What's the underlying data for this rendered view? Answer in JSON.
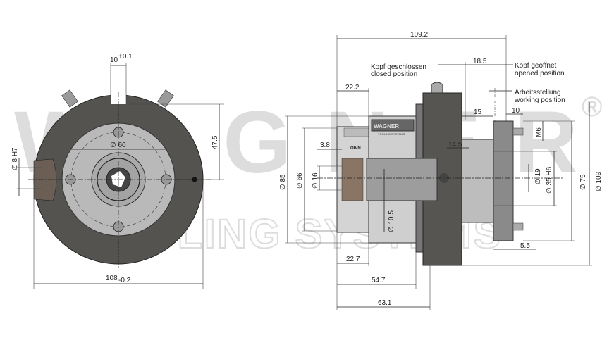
{
  "watermark": {
    "brand": "WAGNER",
    "sub": "TOOLING SYSTEMS",
    "registered": "®"
  },
  "front_view": {
    "slot_width": "10",
    "slot_tol": "+0.1",
    "pitch_circle": "∅ 60",
    "height_to_center": "47.5",
    "pin_hole": "∅ 8 H7",
    "outer_diameter": "108",
    "outer_tol": "-0.2"
  },
  "side_view": {
    "overall_length": "109.2",
    "closed_label_de": "Kopf geschlossen",
    "closed_label_en": "closed position",
    "opened_label_de": "Kopf geöffnet",
    "opened_label_en": "opened position",
    "working_label_de": "Arbeitsstellung",
    "working_label_en": "working position",
    "stroke": "18.5",
    "d22_2": "22.2",
    "d15": "15",
    "d10": "10",
    "m6": "M6",
    "d14_5": "14.5",
    "d3_8": "3.8",
    "dia85": "∅ 85",
    "dia66": "∅ 66",
    "dia16": "∅ 16",
    "dia10_5": "∅ 10.5",
    "dia19": "∅ 19",
    "dia35": "∅ 35 H6",
    "dia75": "∅ 75",
    "dia109": "∅ 109",
    "d5_5": "5.5",
    "d22_7": "22.7",
    "d54_7": "54.7",
    "d63_1": "63.1",
    "label_plate_brand": "WAGNER",
    "label_plate_sub": "TOOLING SYSTEMS",
    "mark": "OIVN"
  }
}
